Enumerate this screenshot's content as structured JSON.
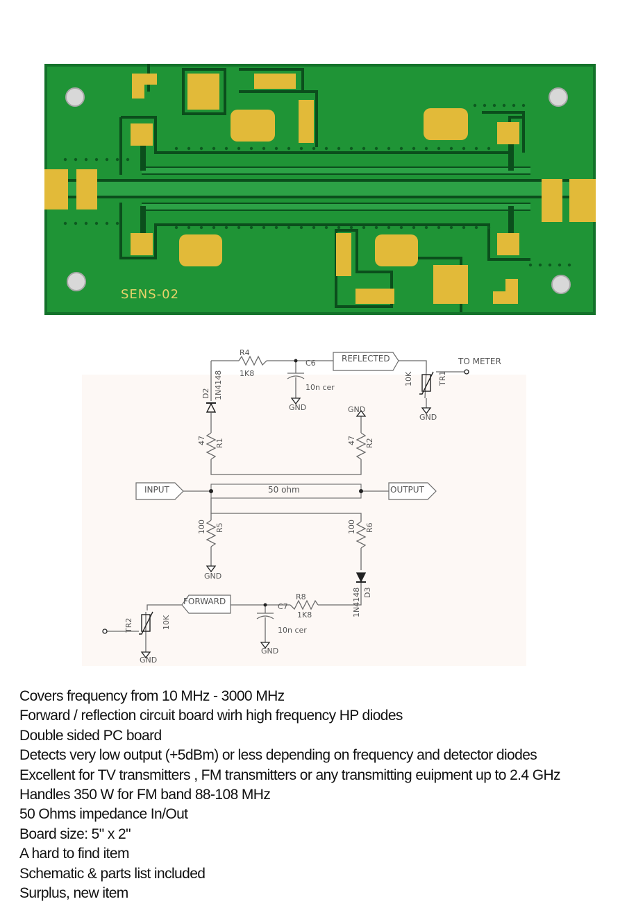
{
  "colors": {
    "pcb_green": "#1f9436",
    "pcb_edge": "#13722a",
    "pcb_trace": "#0b4e1c",
    "gold": "#e2ba39",
    "silkscreen": "#e8d36a",
    "schematic_line": "#6b6b6b",
    "schematic_bg": "#fdf8f5"
  },
  "pcb": {
    "silkscreen_label": "SENS-02"
  },
  "schematic": {
    "r4": {
      "ref": "R4",
      "value": "1K8"
    },
    "c6": {
      "ref": "C6",
      "value": "10n cer"
    },
    "reflected_port": "REFLECTED",
    "to_meter": "TO METER",
    "tr1": {
      "ref": "TR1",
      "value": "10K"
    },
    "d2": {
      "ref": "D2",
      "part": "1N4148"
    },
    "r1": {
      "ref": "R1",
      "value": "47"
    },
    "r2": {
      "ref": "R2",
      "value": "47"
    },
    "input_port": "INPUT",
    "output_port": "OUTPUT",
    "line_label": "50 ohm",
    "r5": {
      "ref": "R5",
      "value": "100"
    },
    "r6": {
      "ref": "R6",
      "value": "100"
    },
    "d3": {
      "ref": "D3",
      "part": "1N4148"
    },
    "forward_port": "FORWARD",
    "c7": {
      "ref": "C7",
      "value": "10n cer"
    },
    "r8": {
      "ref": "R8",
      "value": "1K8"
    },
    "tr2": {
      "ref": "TR2",
      "value": "10K"
    },
    "gnd": "GND"
  },
  "features": [
    "Covers frequency from 10 MHz - 3000 MHz",
    "Forward / reflection circuit board wirh high frequency HP diodes",
    "Double sided PC board",
    "Detects very low output (+5dBm) or less depending on frequency and detector diodes",
    "Excellent for TV transmitters , FM transmitters or any transmitting euipment up to 2.4 GHz",
    "Handles 350 W for FM band 88-108 MHz",
    "50 Ohms impedance In/Out",
    "Board size: 5\" x 2\"",
    "A hard to find item",
    "Schematic & parts list included",
    "Surplus, new item"
  ]
}
